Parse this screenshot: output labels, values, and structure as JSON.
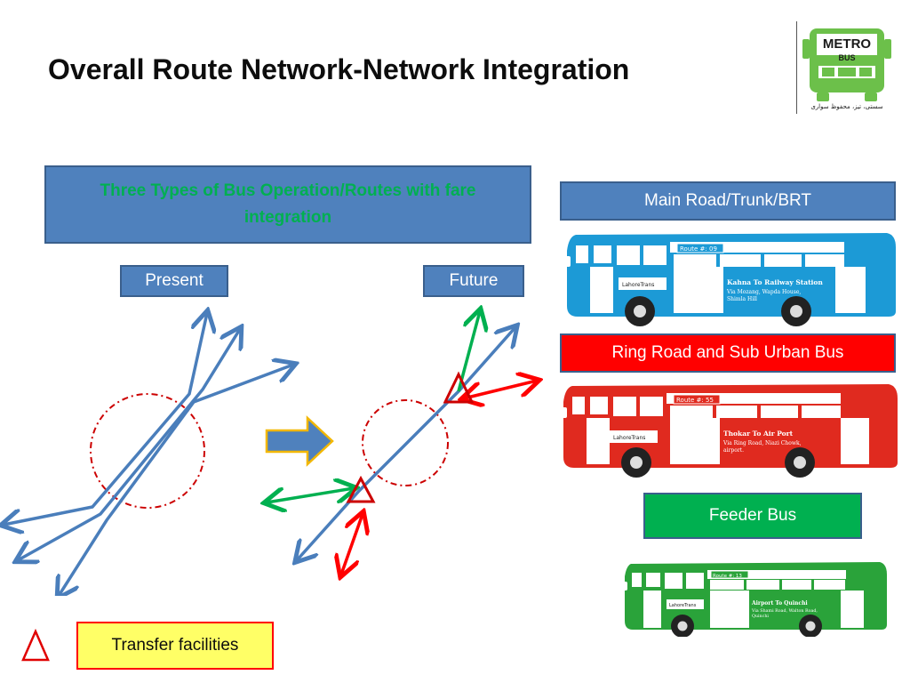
{
  "title": "Overall Route Network-Network Integration",
  "logo": {
    "word1": "METRO",
    "word2": "BUS",
    "urdu": "سستی، تیز، محفوظ سواری",
    "icon": "metro-bus-logo-icon"
  },
  "header_box": "Three Types of Bus Operation/Routes with fare integration",
  "labels": {
    "present": "Present",
    "future": "Future"
  },
  "legend": {
    "transfer": "Transfer facilities",
    "icon": "transfer-triangle-icon"
  },
  "categories": {
    "main": "Main Road/Trunk/BRT",
    "ring": "Ring Road and Sub Urban Bus",
    "feeder": "Feeder  Bus"
  },
  "buses": [
    {
      "color": "#1c9ad6",
      "route": "Route #: 09",
      "brand": "LahoreTrans",
      "dest": "Kahna To Railway Station",
      "via1": "Via Mozang, Wapda House,",
      "via2": "Shimla Hill",
      "icon": "bus-icon"
    },
    {
      "color": "#e02a1f",
      "route": "Route #: 55",
      "brand": "LahoreTrans",
      "dest": "Thokar To Air Port",
      "via1": "Via Ring Road, Niazi Chowk,",
      "via2": "airport.",
      "icon": "bus-icon"
    },
    {
      "color": "#2aa33a",
      "route": "Route #: 13",
      "brand": "LahoreTrans",
      "dest": "Airport To Quinchi",
      "via1": "Via Shami Road, Walton Road,",
      "via2": "Quinchi",
      "icon": "bus-icon"
    }
  ],
  "colors": {
    "blue_box": "#4f81bd",
    "green_text": "#00b050",
    "red": "#ff0000",
    "green": "#00b050",
    "arrow_blue": "#4a7ebb"
  }
}
